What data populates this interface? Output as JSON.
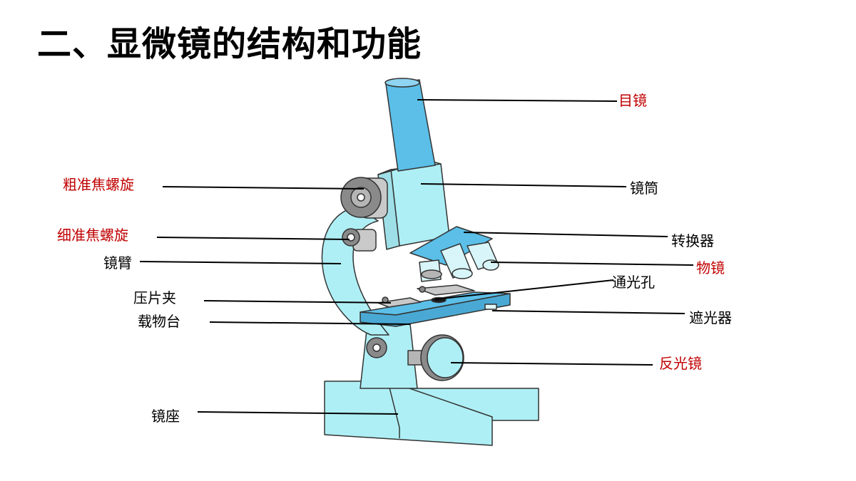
{
  "title": "二、显微镜的结构和功能",
  "colors": {
    "highlight_label": "#c00000",
    "normal_label": "#000000",
    "body_fill": "#aeeff5",
    "tube_fill": "#5bbfe8",
    "knob_fill": "#8a8a8a",
    "outline": "#333333"
  },
  "labels": {
    "eyepiece": "目镜",
    "tube": "镜筒",
    "coarse_focus": "粗准焦螺旋",
    "fine_focus": "细准焦螺旋",
    "converter": "转换器",
    "arm": "镜臂",
    "objective": "物镜",
    "aperture": "通光孔",
    "clip": "压片夹",
    "stage": "载物台",
    "diaphragm": "遮光器",
    "mirror": "反光镜",
    "base": "镜座"
  }
}
